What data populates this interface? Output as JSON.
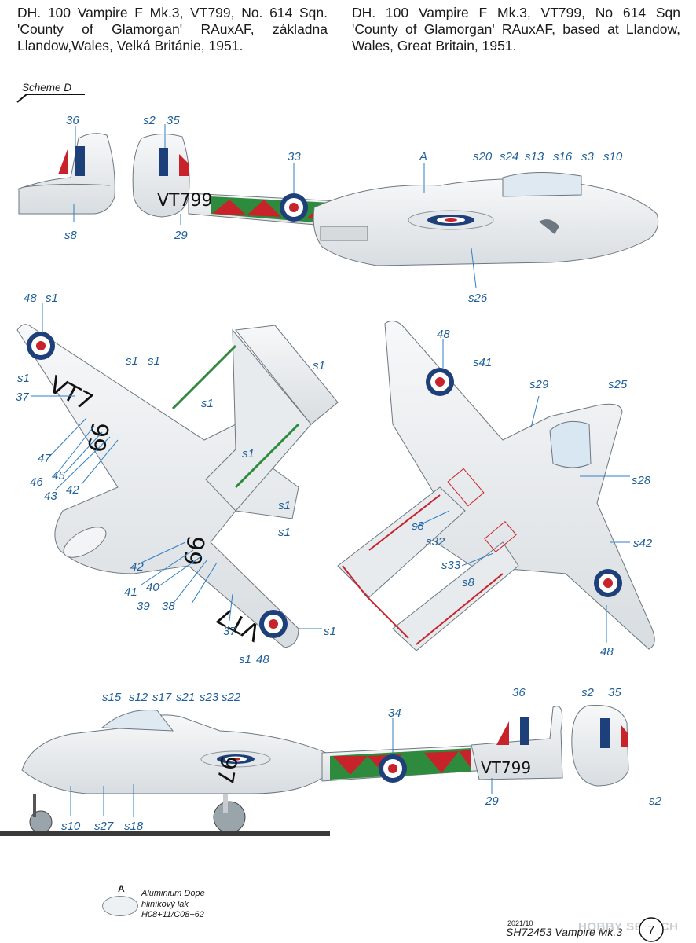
{
  "header": {
    "title_cz": "DH. 100 Vampire F Mk.3, VT799, No. 614 Sqn. 'County of Glamorgan' RAuxAF, základna Llandow,Wales, Velká Británie, 1951.",
    "title_en": "DH. 100 Vampire F Mk.3, VT799, No 614 Sqn 'County of Glamorgan' RAuxAF, based at Llandow, Wales, Great Britain, 1951."
  },
  "scheme_label": "Scheme D",
  "registration": "VT799",
  "underwing_reg": {
    "left_a": "VT7",
    "left_b": "99",
    "right_a": "99",
    "right_b": "VT7"
  },
  "callouts": {
    "c36": "36",
    "s2": "s2",
    "c35": "35",
    "c33": "33",
    "cA": "A",
    "s20": "s20",
    "s24": "s24",
    "s13": "s13",
    "s16": "s16",
    "s3": "s3",
    "s10": "s10",
    "s8": "s8",
    "c29": "29",
    "s26": "s26",
    "c48": "48",
    "s1": "s1",
    "c37": "37",
    "c47": "47",
    "c46": "46",
    "c45": "45",
    "c43": "43",
    "c42": "42",
    "c41": "41",
    "c40": "40",
    "c39": "39",
    "c38": "38",
    "s41": "s41",
    "s29": "s29",
    "s25": "s25",
    "s28": "s28",
    "s32": "s32",
    "s33": "s33",
    "s42": "s42",
    "s15": "s15",
    "s12": "s12",
    "s17": "s17",
    "s21": "s21",
    "s23": "s23",
    "s22": "s22",
    "c34": "34",
    "s27": "s27",
    "s18": "s18"
  },
  "legend": {
    "code": "A",
    "line1": "Aluminium Dope",
    "line2": "hliníkový lak",
    "line3": "H08+11/C08+62"
  },
  "footer": {
    "date": "2021/10",
    "kit": "SH72453 Vampire Mk.3",
    "page": "7",
    "watermark": "HOBBY SEARCH"
  },
  "colors": {
    "aluminium": "#eceff1",
    "outline": "#6d7780",
    "roundel_blue": "#1d3f7a",
    "roundel_red": "#c8222a",
    "check_green": "#2e8b3d",
    "callout": "#1f5f9a"
  }
}
